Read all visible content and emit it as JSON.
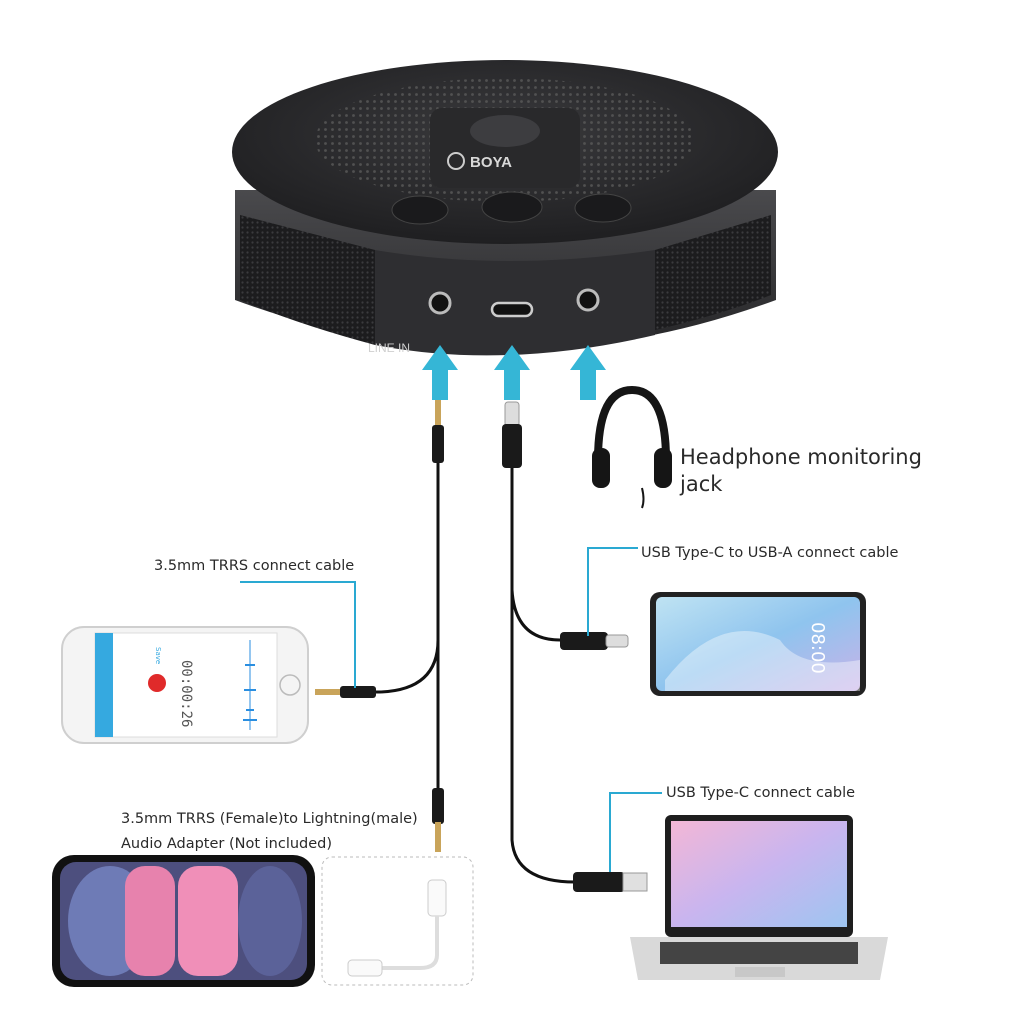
{
  "speaker": {
    "brand": "BOYA",
    "port_labels": {
      "line_in": "LINE IN"
    }
  },
  "callouts": {
    "headphone": [
      "Headphone monitoring",
      "jack"
    ],
    "trrs_cable": "3.5mm TRRS connect cable",
    "usbc_to_usba": "USB Type-C to USB-A connect cable",
    "usbc_cable": "USB Type-C connect cable",
    "adapter": [
      "3.5mm TRRS (Female)to Lightning(male)",
      "Audio Adapter (Not included)"
    ]
  },
  "phone_screen": {
    "timer": "00:00:26",
    "save": "Save"
  },
  "android_clock": "08:00",
  "colors": {
    "accent": "#35b6d6",
    "device": "#2b2b2d",
    "callout_line": "#2aa9d2"
  }
}
